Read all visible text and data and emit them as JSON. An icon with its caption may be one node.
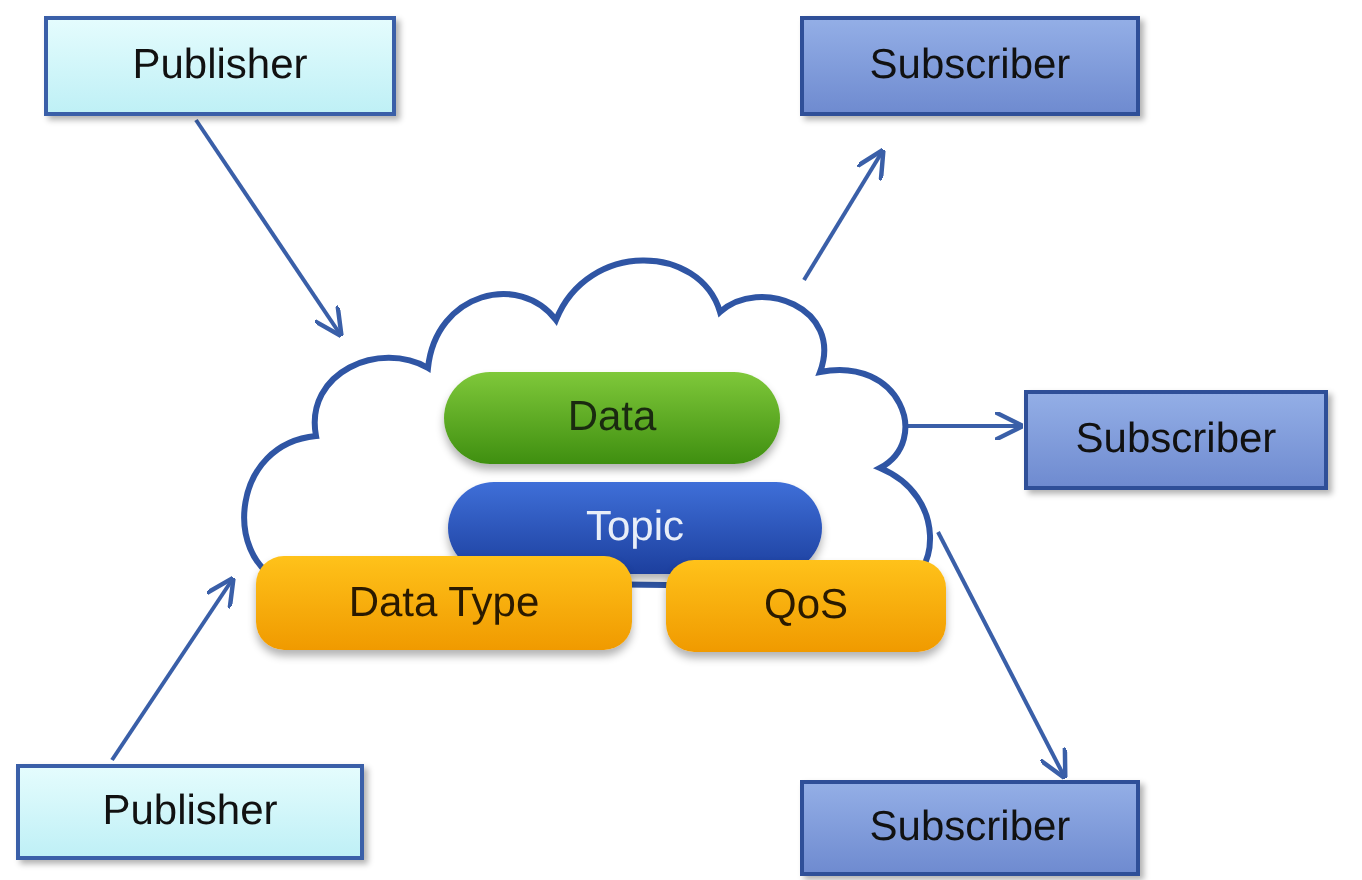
{
  "diagram": {
    "nodes": [
      {
        "text": [
          "Publisher"
        ]
      },
      {
        "text": [
          "Subscriber"
        ]
      },
      {
        "text": [],
        "shape": "cloud"
      },
      {
        "text": [
          "Data"
        ],
        "in": 2
      },
      {
        "text": [
          "Topic"
        ],
        "in": 2
      },
      {
        "text": [
          "Data Type"
        ]
      },
      {
        "text": [
          "QoS"
        ]
      },
      {
        "text": [
          "Subscriber"
        ]
      },
      {
        "text": [
          "Publisher"
        ]
      },
      {
        "text": [
          "Subscriber"
        ]
      }
    ],
    "edges": [
      {
        "from": 0,
        "to": 2,
        "arrow": "to"
      },
      {
        "from": 2,
        "to": 1,
        "arrow": "to"
      },
      {
        "from": 2,
        "to": 7,
        "arrow": "to"
      },
      {
        "from": 8,
        "to": 2,
        "arrow": "to"
      },
      {
        "from": 2,
        "to": 9,
        "arrow": "to"
      }
    ]
  }
}
